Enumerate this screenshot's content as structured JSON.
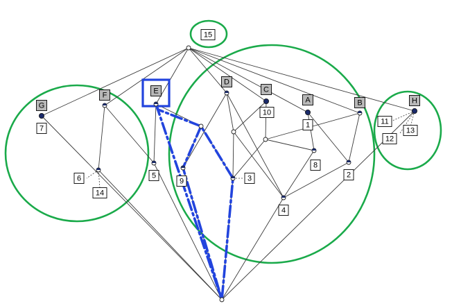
{
  "colors": {
    "cluster_outline": "#1aaa4a",
    "highlight": "#2244dd",
    "attribute_fill": "#b8b8b8",
    "object_fill": "#ffffff",
    "node_fill": "#1a2a6a",
    "edge": "#3a3a3a"
  },
  "attributes": [
    {
      "id": "attr-g",
      "text": "G"
    },
    {
      "id": "attr-f",
      "text": "F"
    },
    {
      "id": "attr-e",
      "text": "E"
    },
    {
      "id": "attr-d",
      "text": "D"
    },
    {
      "id": "attr-c",
      "text": "C"
    },
    {
      "id": "attr-a",
      "text": "A"
    },
    {
      "id": "attr-b",
      "text": "B"
    },
    {
      "id": "attr-h",
      "text": "H"
    }
  ],
  "objects": [
    {
      "id": "obj-15",
      "text": "15"
    },
    {
      "id": "obj-7",
      "text": "7"
    },
    {
      "id": "obj-6",
      "text": "6"
    },
    {
      "id": "obj-14",
      "text": "14"
    },
    {
      "id": "obj-5",
      "text": "5"
    },
    {
      "id": "obj-9",
      "text": "9"
    },
    {
      "id": "obj-3",
      "text": "3"
    },
    {
      "id": "obj-10",
      "text": "10"
    },
    {
      "id": "obj-1",
      "text": "1"
    },
    {
      "id": "obj-8",
      "text": "8"
    },
    {
      "id": "obj-4",
      "text": "4"
    },
    {
      "id": "obj-2",
      "text": "2"
    },
    {
      "id": "obj-11",
      "text": "11"
    },
    {
      "id": "obj-12",
      "text": "12"
    },
    {
      "id": "obj-13",
      "text": "13"
    }
  ]
}
